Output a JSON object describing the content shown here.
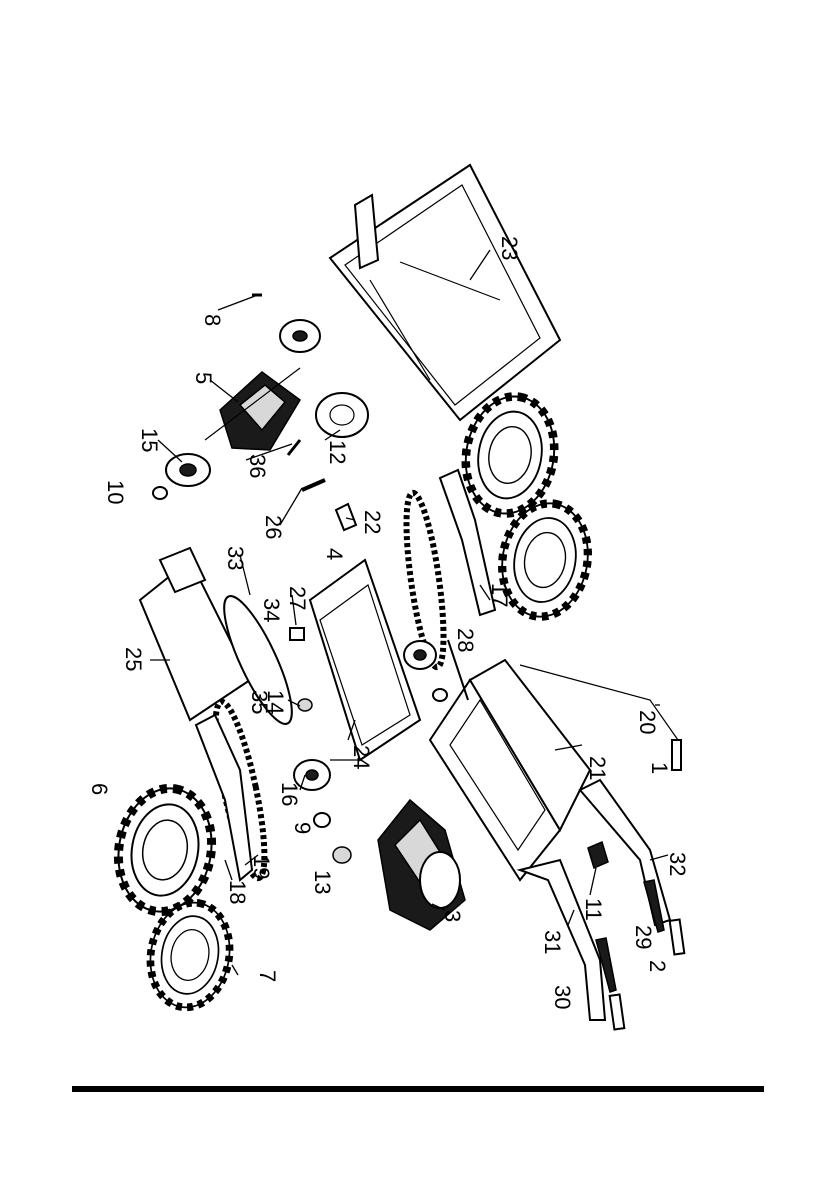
{
  "diagram": {
    "part_numbers": [
      "1",
      "2",
      "3",
      "4",
      "5",
      "6",
      "7",
      "8",
      "9",
      "10",
      "11",
      "12",
      "13",
      "14",
      "15",
      "16",
      "17",
      "18",
      "19",
      "20",
      "21",
      "22",
      "23",
      "24",
      "25",
      "26",
      "27",
      "28",
      "29",
      "30",
      "31",
      "32",
      "33",
      "34",
      "35",
      "36"
    ]
  },
  "colors": {
    "ink": "#000000",
    "background": "#ffffff",
    "rule": "#000000"
  }
}
